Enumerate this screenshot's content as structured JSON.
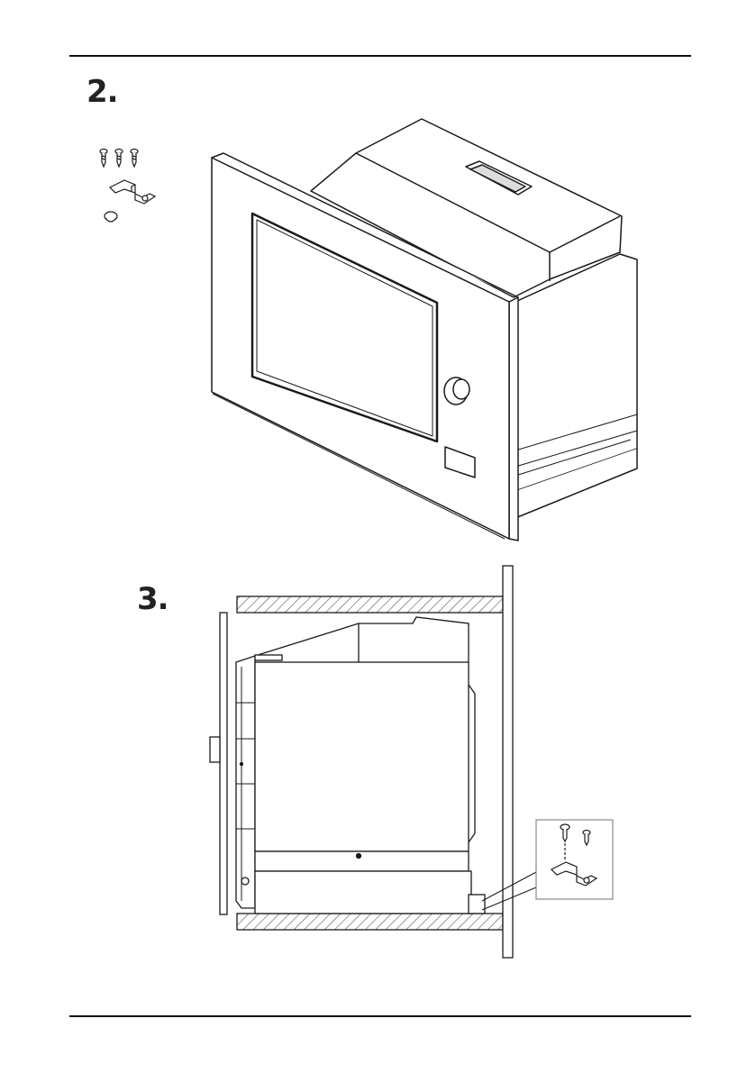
{
  "steps": {
    "step2_label": "2.",
    "step3_label": "3."
  },
  "parts_kit": {
    "items": [
      "screw-icon",
      "mounting-bracket-icon",
      "cap-icon"
    ],
    "screw_count": 3
  },
  "detail_callout": {
    "items": [
      "screw-icon",
      "mounting-bracket-icon"
    ]
  },
  "colors": {
    "line": "#1a1a1a",
    "hatch": "#555555",
    "background": "#ffffff"
  }
}
